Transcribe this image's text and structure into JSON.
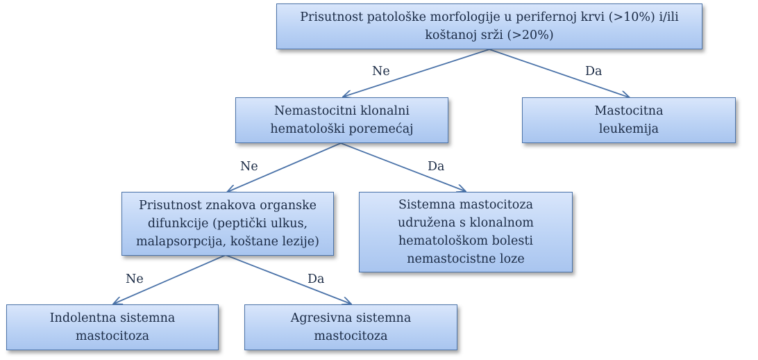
{
  "nodes": {
    "root": {
      "lines": [
        "Prisutnost patološke morfologije u perifernoj krvi (>10%) i/ili",
        "koštanoj srži (>20%)"
      ]
    },
    "non_mast": {
      "lines": [
        "Nemastocitni klonalni",
        "hematološki poremećaj"
      ]
    },
    "mast_leukemia": {
      "lines": [
        "Mastocitna",
        "leukemija"
      ]
    },
    "organ_dysfunction": {
      "lines": [
        "Prisutnost znakova organske",
        "difunkcije (peptički ulkus,",
        "malapsorpcija, koštane lezije)"
      ]
    },
    "sm_clonal": {
      "lines": [
        "Sistemna mastocitoza",
        "udružena s klonalnom",
        "hematološkom bolesti",
        "nemastocistne loze"
      ]
    },
    "indolent": {
      "lines": [
        "Indolentna sistemna",
        "mastocitoza"
      ]
    },
    "aggressive": {
      "lines": [
        "Agresivna sistemna",
        "mastocitoza"
      ]
    }
  },
  "edges": {
    "root_ne": "Ne",
    "root_da": "Da",
    "nonmast_ne": "Ne",
    "nonmast_da": "Da",
    "organ_ne": "Ne",
    "organ_da": "Da"
  },
  "colors": {
    "box_border": "#4a72a8",
    "arrow": "#4a72a8",
    "text": "#1a2a44"
  }
}
